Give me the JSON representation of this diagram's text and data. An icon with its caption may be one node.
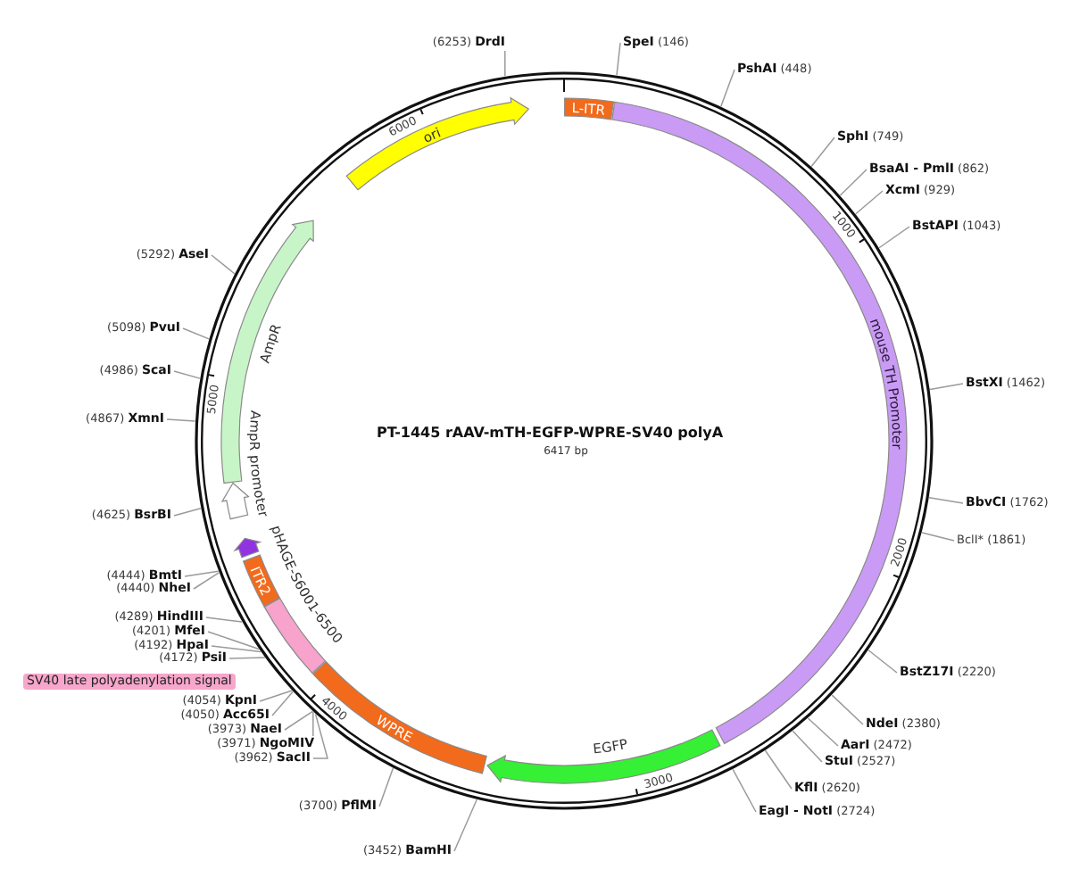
{
  "diagram": {
    "title": "PT-1445 rAAV-mTH-EGFP-WPRE-SV40 polyA",
    "nodes": [
      {
        "text": [],
        "shape": "circle"
      },
      {
        "text": [
          "(6253) **DrdI**"
        ]
      },
      {
        "text": [
          "**SpeI** (146)"
        ]
      },
      {
        "text": [
          "**PshAI** (448)"
        ]
      },
      {
        "text": [
          "**SphI** (749)"
        ]
      },
      {
        "text": [
          "**BsaAI - PmlI** (862)"
        ]
      },
      {
        "text": [
          "**XcmI** (929)"
        ]
      },
      {
        "text": [
          "**BstAPI** (1043)"
        ]
      },
      {
        "text": [
          "**BstXI** (1462)"
        ]
      },
      {
        "text": [
          "**BbvCI** (1762)"
        ]
      },
      {
        "text": [
          "BclI* (1861)"
        ]
      },
      {
        "text": [
          "**BstZ17I** (2220)"
        ]
      },
      {
        "text": [
          "**NdeI** (2380)"
        ]
      },
      {
        "text": [
          "**AarI** (2472)"
        ]
      },
      {
        "text": [
          "**StuI** (2527)"
        ]
      },
      {
        "text": [
          "**KflI** (2620)"
        ]
      },
      {
        "text": [
          "**EagI - NotI** (2724)"
        ]
      },
      {
        "text": [
          "(3452) **BamHI**"
        ]
      },
      {
        "text": [
          "(3700) **PflMI**"
        ]
      },
      {
        "text": [
          "(3962) **SacII**"
        ]
      },
      {
        "text": [
          "(3971) **NgoMIV**"
        ]
      },
      {
        "text": [
          "(3973) **NaeI**"
        ]
      },
      {
        "text": [
          "(4050) **Acc65I**"
        ]
      },
      {
        "text": [
          "(4054) **KpnI**"
        ]
      },
      {
        "text": [
          "(4172) **PsiI**"
        ]
      },
      {
        "text": [
          "(4192) **HpaI**"
        ]
      },
      {
        "text": [
          "(4201) **MfeI**"
        ]
      },
      {
        "text": [
          "(4289) **HindIII**"
        ]
      },
      {
        "text": [
          "(4440) **NheI**"
        ]
      },
      {
        "text": [
          "(4444) **BmtI**"
        ]
      },
      {
        "text": [
          "(4625) **BsrBI**"
        ]
      },
      {
        "text": [
          "(4867) **XmnI**"
        ]
      },
      {
        "text": [
          "(4986) **ScaI**"
        ]
      },
      {
        "text": [
          "(5098) **PvuI**"
        ]
      },
      {
        "text": [
          "(5292) **AseI**"
        ]
      },
      {
        "text": [
          "L-ITR"
        ],
        "in": 0
      },
      {
        "text": [
          "mouse TH Promoter"
        ],
        "in": 0
      },
      {
        "text": [],
        "shape": "arrow",
        "beside": [
          "EGFP"
        ],
        "in": 0
      },
      {
        "text": [
          "WPRE"
        ],
        "in": 0
      },
      {
        "text": [],
        "shape": "bar",
        "in": 0
      },
      {
        "text": [
          "ITR2"
        ],
        "in": 0
      },
      {
        "text": [],
        "shape": "arrow",
        "in": 0
      },
      {
        "text": [],
        "shape": "arrow",
        "beside": [
          "AmpR promoter"
        ],
        "in": 0
      },
      {
        "text": [],
        "shape": "arrow",
        "beside": [
          "AmpR"
        ],
        "in": 0
      },
      {
        "text": [
          "ori"
        ],
        "in": 0
      },
      {
        "text": [
          "SV40 late polyadenylation signal"
        ]
      }
    ],
    "edges": [
      {
        "from": 1,
        "to": 0,
        "arrow": "none"
      },
      {
        "from": 2,
        "to": 0,
        "arrow": "none"
      },
      {
        "from": 3,
        "to": 0,
        "arrow": "none"
      },
      {
        "from": 4,
        "to": 0,
        "arrow": "none"
      },
      {
        "from": 5,
        "to": 0,
        "arrow": "none"
      },
      {
        "from": 6,
        "to": 0,
        "arrow": "none"
      },
      {
        "from": 7,
        "to": 0,
        "arrow": "none"
      },
      {
        "from": 8,
        "to": 0,
        "arrow": "none"
      },
      {
        "from": 9,
        "to": 0,
        "arrow": "none"
      },
      {
        "from": 10,
        "to": 0,
        "arrow": "none"
      },
      {
        "from": 11,
        "to": 0,
        "arrow": "none"
      },
      {
        "from": 12,
        "to": 0,
        "arrow": "none"
      },
      {
        "from": 13,
        "to": 0,
        "arrow": "none"
      },
      {
        "from": 14,
        "to": 0,
        "arrow": "none"
      },
      {
        "from": 15,
        "to": 0,
        "arrow": "none"
      },
      {
        "from": 16,
        "to": 0,
        "arrow": "none"
      },
      {
        "from": 17,
        "to": 0,
        "arrow": "none"
      },
      {
        "from": 18,
        "to": 0,
        "arrow": "none"
      },
      {
        "from": 19,
        "to": 0,
        "arrow": "none"
      },
      {
        "from": 20,
        "to": 0,
        "arrow": "none"
      },
      {
        "from": 21,
        "to": 0,
        "arrow": "none"
      },
      {
        "from": 22,
        "to": 0,
        "arrow": "none"
      },
      {
        "from": 23,
        "to": 0,
        "arrow": "none"
      },
      {
        "from": 24,
        "to": 0,
        "arrow": "none"
      },
      {
        "from": 25,
        "to": 0,
        "arrow": "none"
      },
      {
        "from": 26,
        "to": 0,
        "arrow": "none"
      },
      {
        "from": 27,
        "to": 0,
        "arrow": "none"
      },
      {
        "from": 28,
        "to": 0,
        "arrow": "none"
      },
      {
        "from": 29,
        "to": 0,
        "arrow": "none"
      },
      {
        "from": 30,
        "to": 0,
        "arrow": "none"
      },
      {
        "from": 31,
        "to": 0,
        "arrow": "none"
      },
      {
        "from": 32,
        "to": 0,
        "arrow": "none"
      },
      {
        "from": 33,
        "to": 0,
        "arrow": "none"
      },
      {
        "from": 34,
        "to": 0,
        "arrow": "none"
      }
    ],
    "labels": [
      "6417 bp",
      "1000",
      "2000",
      "3000",
      "4000",
      "5000",
      "6000",
      "pHAGE-S6001-6500"
    ]
  }
}
